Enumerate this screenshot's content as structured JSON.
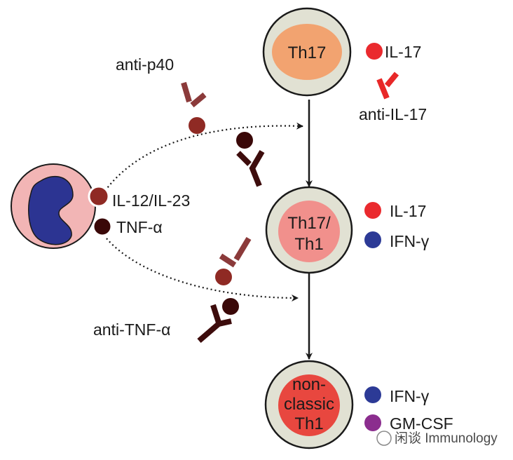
{
  "cells": {
    "th17": "Th17",
    "th17th1_line1": "Th17/",
    "th17th1_line2": "Th1",
    "nonclassic_line1": "non-",
    "nonclassic_line2": "classic",
    "nonclassic_line3": "Th1"
  },
  "cytokines": {
    "il17_top": "IL-17",
    "il17_mid": "IL-17",
    "ifng_mid": "IFN-γ",
    "ifng_bottom": "IFN-γ",
    "gmcsf": "GM-CSF",
    "il12_il23": "IL-12/IL-23",
    "tnfa": "TNF-α"
  },
  "antibodies": {
    "anti_p40": "anti-p40",
    "anti_il17": "anti-IL-17",
    "anti_tnfa": "anti-TNF-α"
  },
  "watermark": "闲谈 Immunology",
  "colors": {
    "cell_outer": "#e1e1d3",
    "th17_core": "#f2a370",
    "th17th1_core": "#f1908c",
    "nonclassic_core": "#e8473f",
    "apc_body": "#f2b5b5",
    "nucleus": "#2c3492",
    "il17_red": "#ea2a2e",
    "ifng_blue": "#2c3a96",
    "gmcsf_purple": "#8b2d8e",
    "il12_dot": "#8f2a24",
    "tnf_dot": "#3a0808",
    "anti_p40": "#8b3a3a",
    "anti_tnf": "#3d0c0c"
  }
}
